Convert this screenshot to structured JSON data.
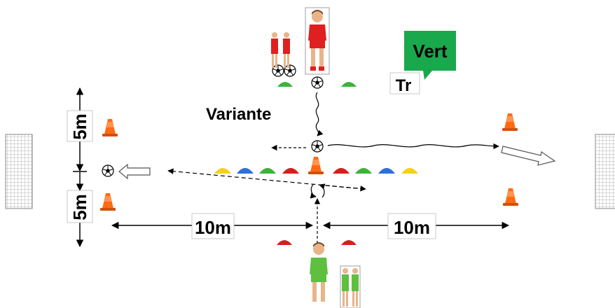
{
  "title": "Variante",
  "labels": {
    "distance_left": "10m",
    "distance_right": "10m",
    "width_top": "5m",
    "width_bottom": "5m",
    "speech_bubble": "Vert",
    "tag": "Tr"
  },
  "colors": {
    "red_team": "#e02020",
    "green_team": "#5fbf3f",
    "bubble": "#1aa84c",
    "cone": "#ff6a13",
    "marker_yellow": "#f3d21b",
    "marker_blue": "#2f6fd8",
    "marker_green": "#3cb43c",
    "marker_red": "#d81e1e"
  },
  "central_marker_row": [
    "yellow",
    "blue",
    "green",
    "red",
    "cone",
    "red",
    "green",
    "blue",
    "yellow"
  ],
  "icons": [
    "goal-icon",
    "cone-icon",
    "ball-icon",
    "player-icon",
    "marker-icon",
    "arrow-icon"
  ]
}
